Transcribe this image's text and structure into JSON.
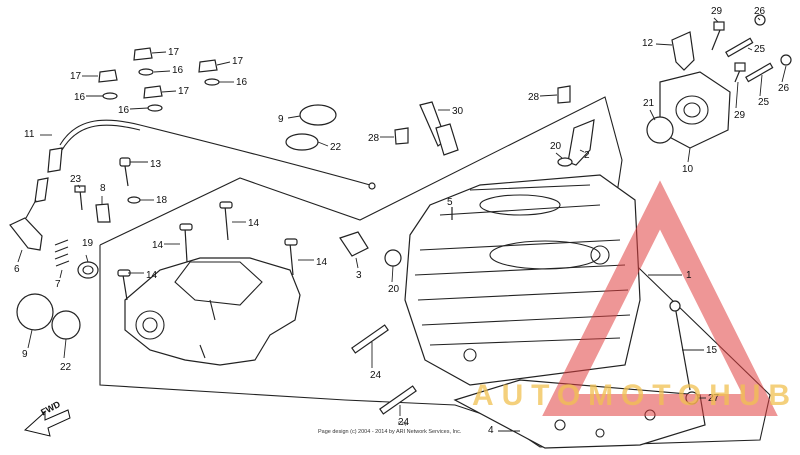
{
  "fwd_label": "FWD",
  "watermark": {
    "text": "AUTOMOTOHUB"
  },
  "copyright": {
    "line1": "Cop",
    "line2": "Page design (c) 2004 - 2014 by ARI Network Services, Inc."
  },
  "colors": {
    "line": "#222222",
    "watermark_red": "#e04040",
    "watermark_yellow": "#f0c050"
  },
  "callouts": [
    {
      "label": "17"
    },
    {
      "label": "17"
    },
    {
      "label": "17"
    },
    {
      "label": "17"
    },
    {
      "label": "16"
    },
    {
      "label": "16"
    },
    {
      "label": "16"
    },
    {
      "label": "16"
    },
    {
      "label": "9"
    },
    {
      "label": "22"
    },
    {
      "label": "28"
    },
    {
      "label": "30"
    },
    {
      "label": "11"
    },
    {
      "label": "13"
    },
    {
      "label": "23"
    },
    {
      "label": "8"
    },
    {
      "label": "18"
    },
    {
      "label": "14"
    },
    {
      "label": "14"
    },
    {
      "label": "14"
    },
    {
      "label": "14"
    },
    {
      "label": "6"
    },
    {
      "label": "7"
    },
    {
      "label": "19"
    },
    {
      "label": "9"
    },
    {
      "label": "22"
    },
    {
      "label": "3"
    },
    {
      "label": "20"
    },
    {
      "label": "5"
    },
    {
      "label": "20"
    },
    {
      "label": "2"
    },
    {
      "label": "28"
    },
    {
      "label": "12"
    },
    {
      "label": "29"
    },
    {
      "label": "26"
    },
    {
      "label": "25"
    },
    {
      "label": "21"
    },
    {
      "label": "10"
    },
    {
      "label": "29"
    },
    {
      "label": "25"
    },
    {
      "label": "26"
    },
    {
      "label": "1"
    },
    {
      "label": "15"
    },
    {
      "label": "24"
    },
    {
      "label": "24"
    },
    {
      "label": "27"
    },
    {
      "label": "4"
    }
  ]
}
